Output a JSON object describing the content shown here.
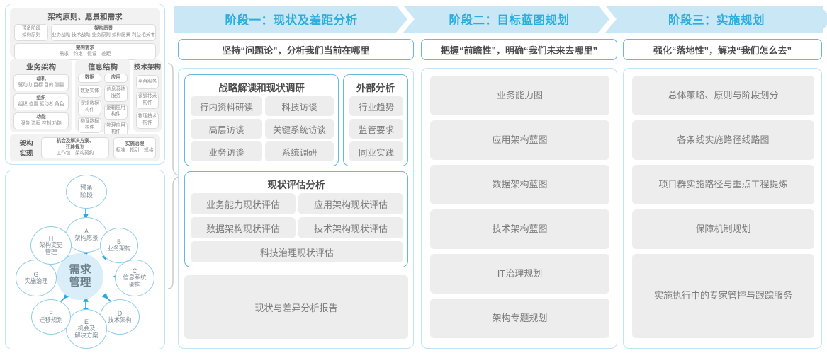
{
  "left_panel": {
    "framework": {
      "title": "架构原则、愿景和需求",
      "prep": {
        "line1": "预备阶段",
        "line2": "架构原则"
      },
      "vision": {
        "title": "架构愿景",
        "items": "业务战略 技术战略 业务原则 架构愿景 利益相关者"
      },
      "requirements": {
        "title": "架构需求",
        "items": "需求　约束　假设　差距"
      },
      "columns": [
        {
          "title": "业务架构",
          "blocks": [
            {
              "title": "动机",
              "items": "驱动力 目标 目的 测量"
            },
            {
              "title": "组织",
              "items": "组织 位置 驱动者 角色"
            },
            {
              "title": "功能",
              "items": "服务 流程 控制 功能"
            }
          ]
        },
        {
          "title": "信息结构",
          "sub": [
            {
              "title": "数据",
              "items": [
                "数据实体",
                "逻辑数据构件",
                "物理数据构件"
              ]
            },
            {
              "title": "应用",
              "items": [
                "信息系统服务",
                "逻辑应用构件",
                "物理应用构件"
              ]
            }
          ]
        },
        {
          "title": "技术架构",
          "items": [
            "平台服务",
            "逻辑技术构件",
            "物理技术构件"
          ]
        }
      ],
      "realize": {
        "label": "架构\n实现",
        "label_l1": "架构",
        "label_l2": "实现",
        "boxes": [
          {
            "title_l1": "机会及解决方案、",
            "title_l2": "迁移规划",
            "items": "工作包　架构契约"
          },
          {
            "title": "实施治理",
            "items": "标准　指引　规格"
          }
        ]
      }
    },
    "adm": {
      "center_l1": "需求",
      "center_l2": "管理",
      "top": {
        "l1": "预备",
        "l2": "阶段"
      },
      "nodes": [
        {
          "letter": "A",
          "label_l1": "架构愿景",
          "label_l2": ""
        },
        {
          "letter": "B",
          "label_l1": "业务架构",
          "label_l2": ""
        },
        {
          "letter": "C",
          "label_l1": "信息系统",
          "label_l2": "架构"
        },
        {
          "letter": "D",
          "label_l1": "技术架构",
          "label_l2": ""
        },
        {
          "letter": "E",
          "label_l1": "机会及",
          "label_l2": "解决方案"
        },
        {
          "letter": "F",
          "label_l1": "迁移规划",
          "label_l2": ""
        },
        {
          "letter": "G",
          "label_l1": "实施治理",
          "label_l2": ""
        },
        {
          "letter": "H",
          "label_l1": "架构变更",
          "label_l2": "管理"
        }
      ]
    }
  },
  "phases": [
    {
      "banner": "阶段一：现状及差距分析",
      "subtitle": "坚持“问题论”，分析我们当前在哪里"
    },
    {
      "banner": "阶段二：目标蓝图规划",
      "subtitle": "把握“前瞻性”，明确“我们未来去哪里”"
    },
    {
      "banner": "阶段三：实施规划",
      "subtitle": "强化“落地性”，解决“我们怎么去”"
    }
  ],
  "phase1": {
    "strategy": {
      "title": "战略解读和现状调研",
      "chips": [
        "行内资料研读",
        "科技访谈",
        "高层访谈",
        "关键系统访谈",
        "业务访谈",
        "系统调研"
      ]
    },
    "external": {
      "title": "外部分析",
      "chips": [
        "行业趋势",
        "监管要求",
        "同业实践"
      ]
    },
    "assessment": {
      "title": "现状评估分析",
      "chips": [
        "业务能力现状评估",
        "应用架构现状评估",
        "数据架构现状评估",
        "技术架构现状评估"
      ],
      "wide_chip": "科技治理现状评估"
    },
    "report": "现状与差异分析报告"
  },
  "phase2": {
    "items": [
      "业务能力图",
      "应用架构蓝图",
      "数据架构蓝图",
      "技术架构蓝图",
      "IT治理规划",
      "架构专题规划"
    ]
  },
  "phase3": {
    "items": [
      "总体策略、原则与阶段划分",
      "各条线实施路径线路图",
      "项目群实施路径与重点工程提炼",
      "保障机制规划",
      "实施执行中的专家管控与跟踪服务"
    ]
  },
  "colors": {
    "banner_bg": "#c9e7f5",
    "banner_text": "#2badde",
    "accent_border": "#63b9de",
    "panel_border": "#bfe3f2",
    "chip_bg": "#ededed",
    "chip_text": "#7c7c7c",
    "circle_center": "#d9eef8"
  }
}
